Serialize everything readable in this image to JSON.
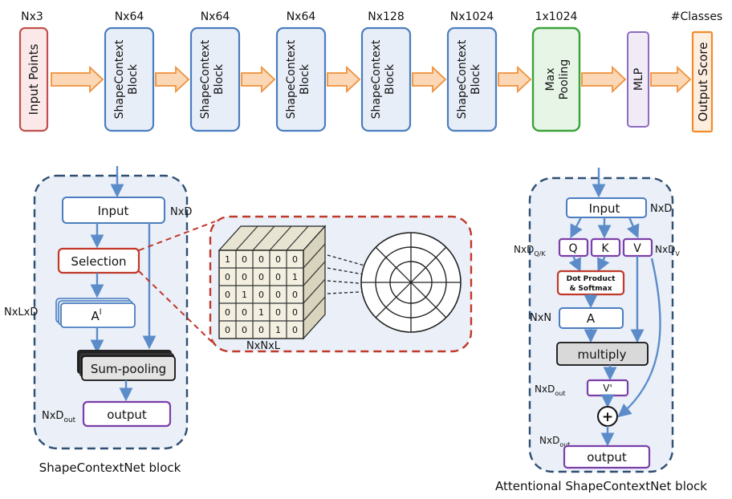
{
  "pipeline": {
    "blocks": [
      {
        "label": "Input Points",
        "dim": "Nx3"
      },
      {
        "label": "ShapeContext\nBlock",
        "dim": "Nx64"
      },
      {
        "label": "ShapeContext\nBlock",
        "dim": "Nx64"
      },
      {
        "label": "ShapeContext\nBlock",
        "dim": "Nx64"
      },
      {
        "label": "ShapeContext\nBlock",
        "dim": "Nx128"
      },
      {
        "label": "ShapeContext\nBlock",
        "dim": "Nx1024"
      },
      {
        "label": "Max\nPooling",
        "dim": "1x1024"
      },
      {
        "label": "MLP",
        "dim": ""
      },
      {
        "label": "Output Score",
        "dim": "#Classes"
      }
    ]
  },
  "left": {
    "caption": "ShapeContextNet block",
    "input": "Input",
    "input_dim": "NxD",
    "selection": "Selection",
    "a_label": "A",
    "a_sup": "l",
    "a_dim": "NxLxD",
    "sum": "Sum-pooling",
    "output": "output",
    "out_dim": "NxD",
    "out_sub": "out"
  },
  "middle": {
    "tensor_label": "NxNxL",
    "matrix": [
      [
        "1",
        "0",
        "0",
        "0",
        "0"
      ],
      [
        "0",
        "0",
        "0",
        "0",
        "1"
      ],
      [
        "0",
        "1",
        "0",
        "0",
        "0"
      ],
      [
        "0",
        "0",
        "1",
        "0",
        "0"
      ],
      [
        "0",
        "0",
        "0",
        "1",
        "0"
      ]
    ]
  },
  "right": {
    "caption": "Attentional ShapeContextNet block",
    "input": "Input",
    "input_dim": "NxD",
    "q": "Q",
    "k": "K",
    "v": "V",
    "qk_dim": "NxD",
    "qk_sub": "Q/K",
    "v_dim": "NxD",
    "v_sub": "V",
    "dot1": "Dot Product",
    "dot2": "& Softmax",
    "a_label": "A",
    "a_dim": "NxN",
    "multiply": "multiply",
    "vprime": "V'",
    "vprime_dim": "NxD",
    "vprime_sub": "out",
    "plus": "+",
    "output": "output",
    "out_dim": "NxD",
    "out_sub": "out"
  }
}
